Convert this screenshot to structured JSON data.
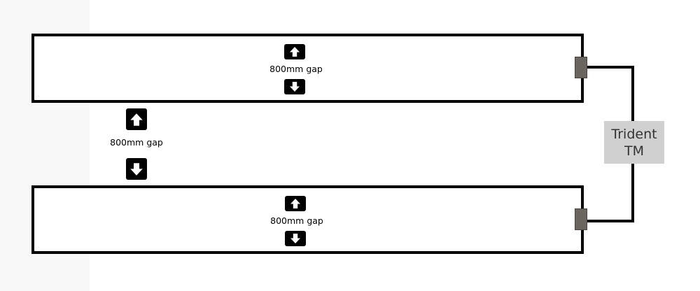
{
  "gaps": {
    "top_zone_label": "800mm gap",
    "between_zones_label": "800mm gap",
    "bottom_zone_label": "800mm gap"
  },
  "device": {
    "line1": "Trident",
    "line2": "TM"
  },
  "icons": {
    "up": "arrow-up-icon",
    "down": "arrow-down-icon",
    "connector": "connector-block"
  },
  "colors": {
    "outline": "#000000",
    "device_fill": "#d0d0d0",
    "connector_fill": "#6b655f",
    "arrow_badge": "#000000",
    "arrow_glyph": "#ffffff"
  }
}
